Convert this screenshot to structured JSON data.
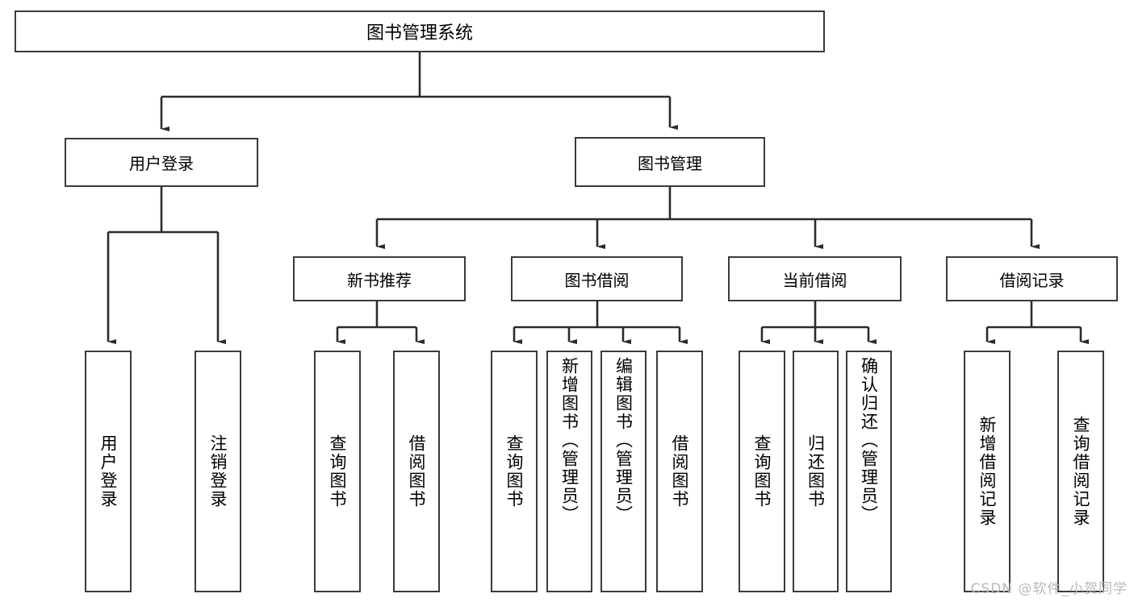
{
  "diagram": {
    "type": "tree",
    "title": "图书管理系统",
    "root": {
      "label": "图书管理系统"
    },
    "level2": [
      {
        "label": "用户登录"
      },
      {
        "label": "图书管理"
      }
    ],
    "level3": [
      {
        "label": "新书推荐"
      },
      {
        "label": "图书借阅"
      },
      {
        "label": "当前借阅"
      },
      {
        "label": "借阅记录"
      }
    ],
    "leaves": {
      "user_login": [
        {
          "label": "用户登录"
        },
        {
          "label": "注销登录"
        }
      ],
      "new_book": [
        {
          "label": "查询图书"
        },
        {
          "label": "借阅图书"
        }
      ],
      "book_borrow": [
        {
          "label": "查询图书"
        },
        {
          "label": "新增图书（管理员）"
        },
        {
          "label": "编辑图书（管理员）"
        },
        {
          "label": "借阅图书"
        }
      ],
      "current_borrow": [
        {
          "label": "查询图书"
        },
        {
          "label": "归还图书"
        },
        {
          "label": "确认归还（管理员）"
        }
      ],
      "borrow_record": [
        {
          "label": "新增借阅记录"
        },
        {
          "label": "查询借阅记录"
        }
      ]
    }
  },
  "watermark": {
    "text": "CSDN @软件_小贺同学"
  },
  "colors": {
    "stroke": "#3b3b3b",
    "fill": "#ffffff",
    "text": "#000000",
    "watermark": "#b9b9b9"
  }
}
